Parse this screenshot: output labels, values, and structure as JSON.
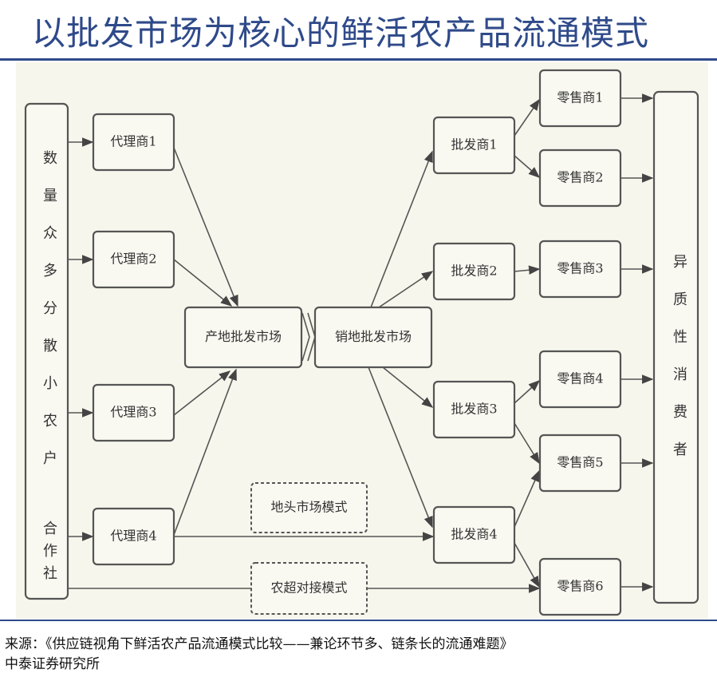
{
  "title": "以批发市场为核心的鲜活农产品流通模式",
  "diagram": {
    "farmers": "数量众多分散小农户",
    "coop": "合作社",
    "agents": [
      "代理商1",
      "代理商2",
      "代理商3",
      "代理商4"
    ],
    "origin_market": "产地批发市场",
    "dest_market": "销地批发市场",
    "wholesalers": [
      "批发商1",
      "批发商2",
      "批发商3",
      "批发商4"
    ],
    "retailers": [
      "零售商1",
      "零售商2",
      "零售商3",
      "零售商4",
      "零售商5",
      "零售商6"
    ],
    "consumers": "异质性消费者",
    "field_market": "地头市场模式",
    "farm_supermarket": "农超对接模式"
  },
  "source": {
    "line1": "来源：《供应链视角下鲜活农产品流通模式比较——兼论环节多、链条长的流通难题》",
    "line2": "中泰证券研究所"
  }
}
